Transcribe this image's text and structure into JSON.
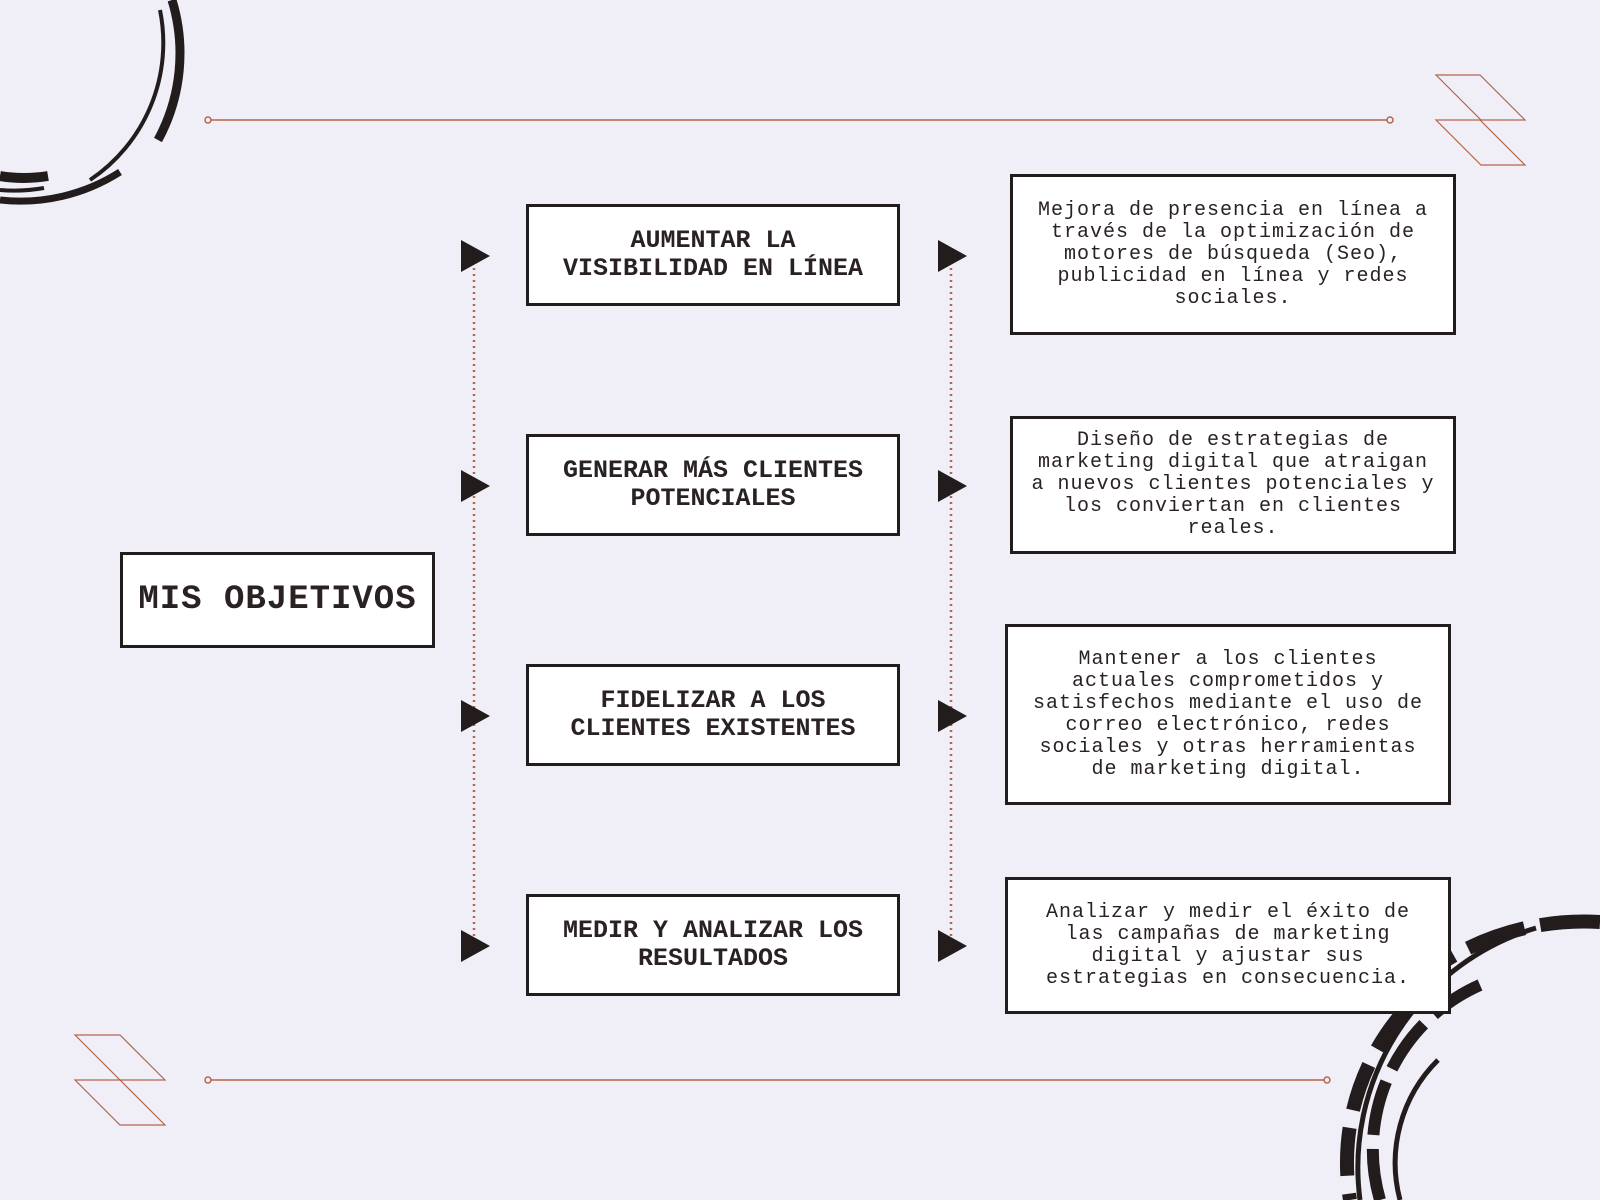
{
  "center": {
    "label": "MIS OBJETIVOS"
  },
  "objectives": [
    {
      "title": "AUMENTAR LA VISIBILIDAD EN LÍNEA",
      "description": "Mejora de presencia en línea a través de la optimización de motores de búsqueda (Seo), publicidad en línea y redes sociales."
    },
    {
      "title": "GENERAR MÁS CLIENTES POTENCIALES",
      "description": "Diseño de estrategias de marketing digital que atraigan a nuevos clientes potenciales y los conviertan en clientes reales."
    },
    {
      "title": "FIDELIZAR A LOS CLIENTES EXISTENTES",
      "description": "Mantener a los clientes actuales comprometidos y satisfechos mediante el uso de correo electrónico, redes sociales y otras herramientas de marketing digital."
    },
    {
      "title": "MEDIR Y ANALIZAR LOS RESULTADOS",
      "description": "Analizar y medir el éxito de las campañas de marketing digital y ajustar sus estrategias en consecuencia."
    }
  ],
  "colors": {
    "background": "#f0eff8",
    "ink": "#231c1c",
    "accent": "#b5654a"
  }
}
